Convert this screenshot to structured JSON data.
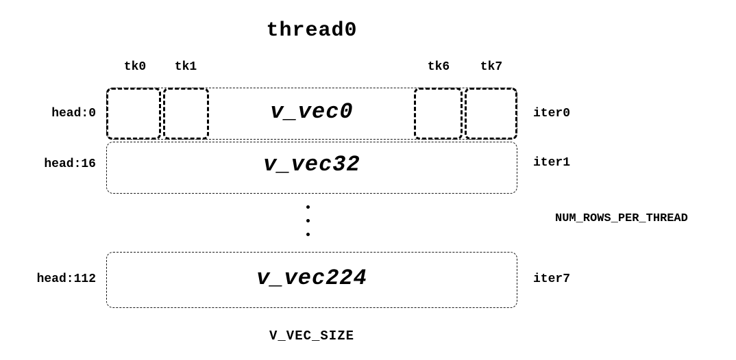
{
  "title": "thread0",
  "tk_labels": [
    "tk0",
    "tk1",
    "tk6",
    "tk7"
  ],
  "rows": [
    {
      "head": "head:0",
      "vec": "v_vec0",
      "iter": "iter0"
    },
    {
      "head": "head:16",
      "vec": "v_vec32",
      "iter": "iter1"
    },
    {
      "head": "head:112",
      "vec": "v_vec224",
      "iter": "iter7"
    }
  ],
  "annotations": {
    "num_rows": "NUM_ROWS_PER_THREAD",
    "v_vec_size": "V_VEC_SIZE"
  },
  "colors": {
    "ink": "#000000",
    "background": "#ffffff"
  }
}
